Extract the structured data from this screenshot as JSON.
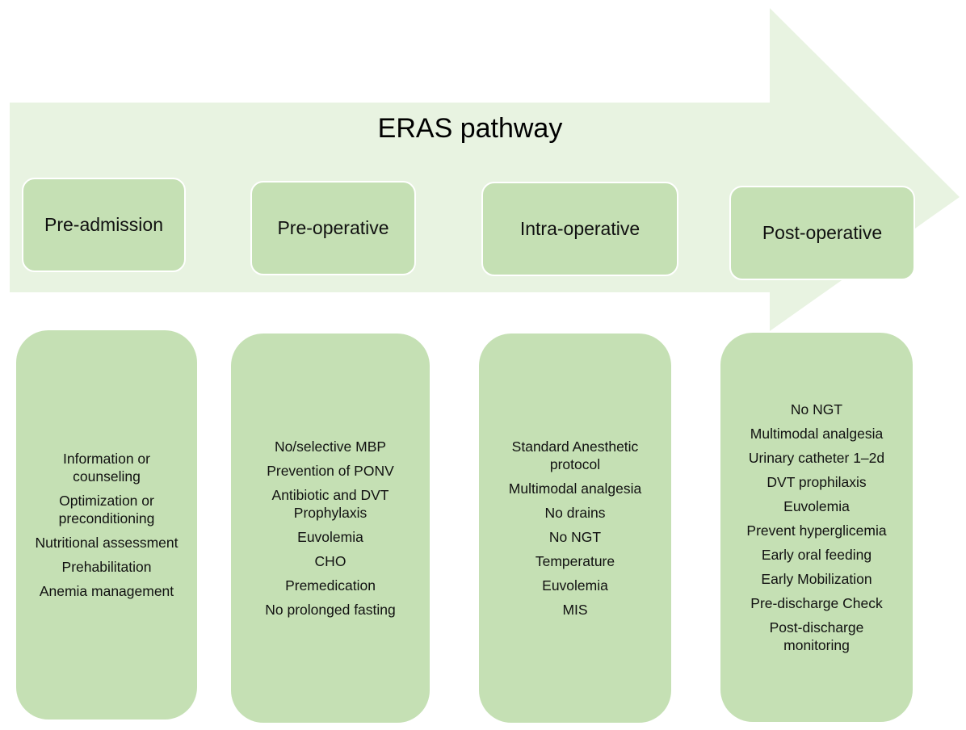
{
  "diagram": {
    "title": "ERAS pathway",
    "colors": {
      "arrow_fill": "#e8f3e1",
      "box_fill": "#c5e0b4"
    },
    "phases": [
      {
        "label": "Pre-admission",
        "items": [
          "Information or counseling",
          "Optimization or preconditioning",
          "Nutritional assessment",
          "Prehabilitation",
          "Anemia management"
        ]
      },
      {
        "label": "Pre-operative",
        "items": [
          "No/selective MBP",
          "Prevention of PONV",
          "Antibiotic and DVT Prophylaxis",
          "Euvolemia",
          "CHO",
          "Premedication",
          "No prolonged fasting"
        ]
      },
      {
        "label": "Intra-operative",
        "items": [
          "Standard Anesthetic protocol",
          "Multimodal analgesia",
          "No drains",
          "No NGT",
          "Temperature",
          "Euvolemia",
          "MIS"
        ]
      },
      {
        "label": "Post-operative",
        "items": [
          "No NGT",
          "Multimodal analgesia",
          "Urinary catheter 1–2d",
          "DVT prophilaxis",
          "Euvolemia",
          "Prevent hyperglicemia",
          "Early oral feeding",
          "Early Mobilization",
          "Pre-discharge Check",
          "Post-discharge monitoring"
        ]
      }
    ]
  }
}
